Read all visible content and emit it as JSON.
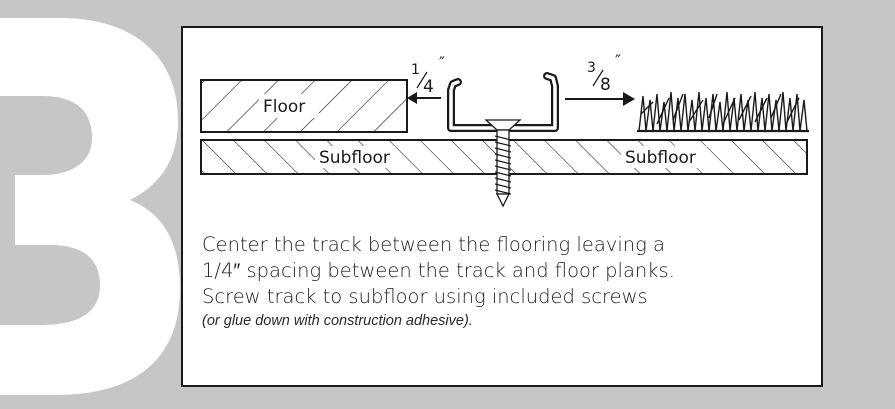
{
  "step": {
    "number": "3"
  },
  "diagram": {
    "floor_label": "Floor",
    "subfloor_left_label": "Subfloor",
    "subfloor_right_label": "Subfloor",
    "gap_left": {
      "numerator": "1",
      "denominator": "4",
      "mark": "″"
    },
    "gap_right": {
      "numerator": "3",
      "denominator": "8",
      "mark": "″"
    }
  },
  "instructions": {
    "line1": "Center the track between the flooring leaving a",
    "line2": "1/4″ spacing between the track and floor planks.",
    "line3": "Screw track to subfloor using included screws",
    "note": "(or glue down with construction adhesive)."
  },
  "colors": {
    "background_gray": "#c5c6c8",
    "ink": "#1a1a1a"
  }
}
